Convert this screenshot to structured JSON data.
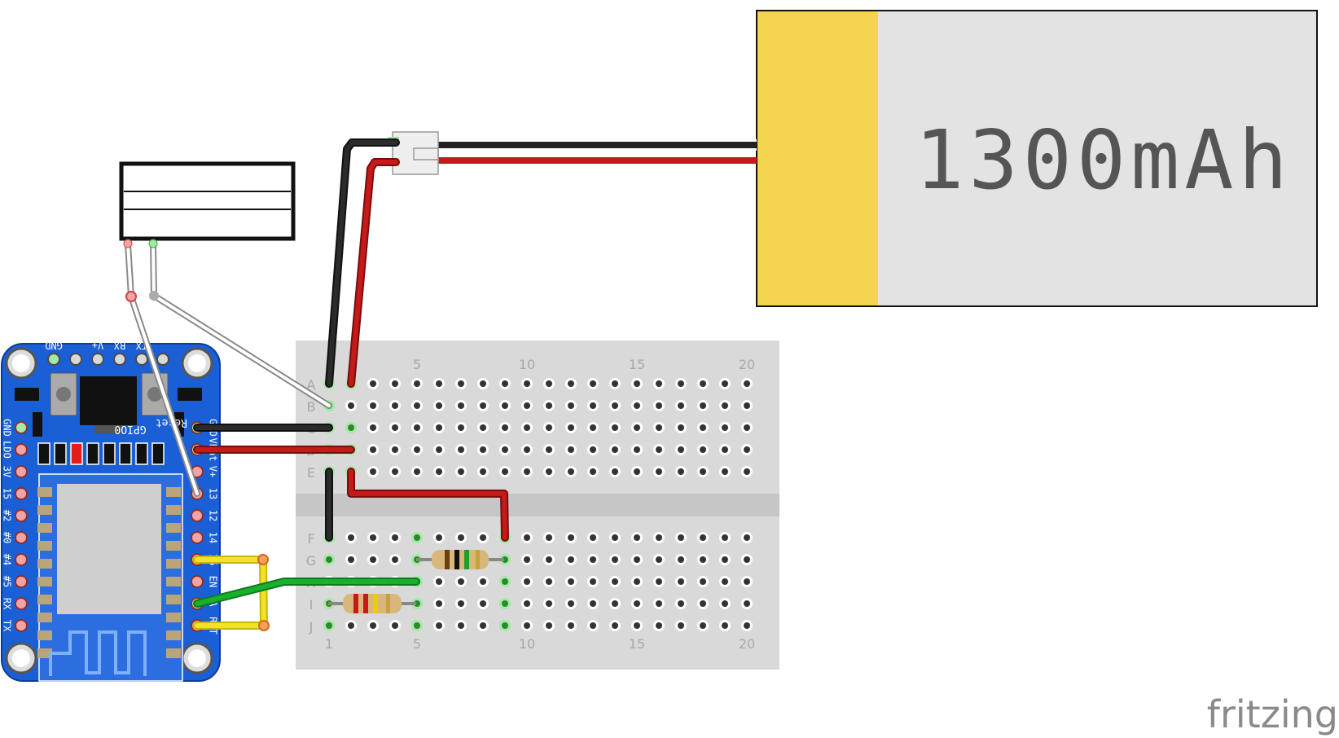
{
  "battery": {
    "label": "1300mAh"
  },
  "watermark": {
    "text": "fritzing"
  },
  "esp_board": {
    "top_pins": [
      "GND",
      "V+",
      "RX",
      "TX"
    ],
    "left_pins": [
      "GND",
      "LDO",
      "3V",
      "15",
      "#2",
      "#0",
      "#4",
      "#5",
      "RX",
      "TX"
    ],
    "right_pins": [
      "GND",
      "VBat",
      "V+",
      "13",
      "12",
      "14",
      "16",
      "EN",
      "A",
      "RST"
    ],
    "buttons": [
      "GPIO0",
      "Reset"
    ]
  },
  "breadboard": {
    "rows_top": [
      "A",
      "B",
      "C",
      "D",
      "E"
    ],
    "rows_bottom": [
      "F",
      "G",
      "H",
      "I",
      "J"
    ],
    "col_labels": [
      "1",
      "5",
      "10",
      "15",
      "20"
    ]
  },
  "colors": {
    "board_blue": "#1b5fd6",
    "battery_yellow": "#f5d44f",
    "battery_body": "#e3e3e3",
    "wire_black": "#222222",
    "wire_red": "#c41a1a",
    "wire_yellow": "#f2e22a",
    "wire_green": "#18b02c",
    "breadboard": "#d9d9d9"
  }
}
